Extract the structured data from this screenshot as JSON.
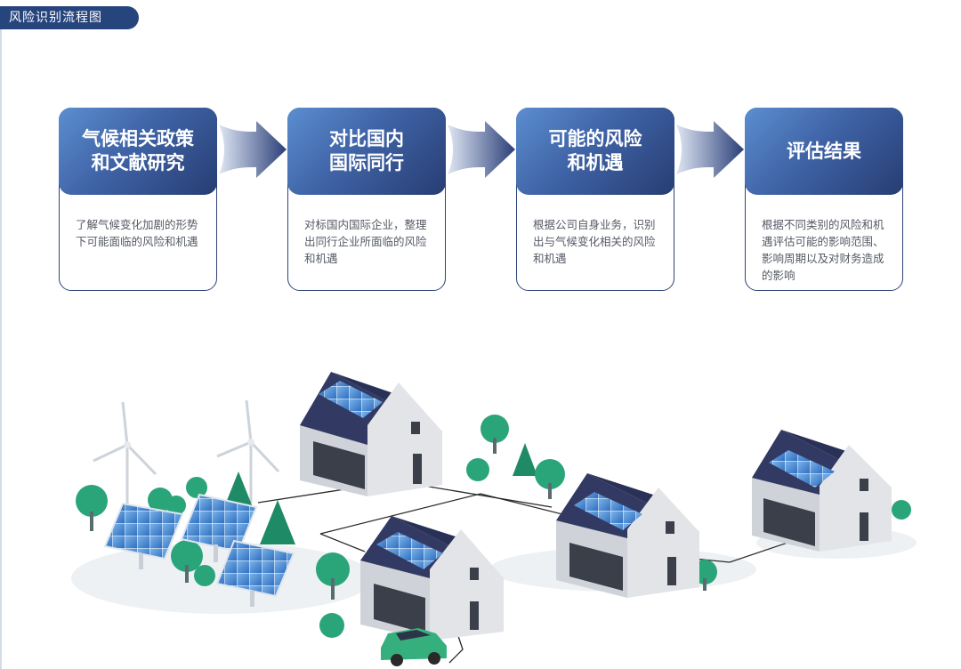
{
  "header": {
    "title": "风险识别流程图"
  },
  "steps": [
    {
      "title": "气候相关政策\n和文献研究",
      "description": "了解气候变化加剧的形势\n下可能面临的风险和机遇"
    },
    {
      "title": "对比国内\n国际同行",
      "description": "对标国内国际企业，整理\n出同行企业所面临的风险\n和机遇"
    },
    {
      "title": "可能的风险\n和机遇",
      "description": "根据公司自身业务，识别\n出与气候变化相关的风险\n和机遇"
    },
    {
      "title": "评估结果",
      "description": "根据不同类别的风险和机\n遇评估可能的影响范围、\n影响周期以及对财务造成\n的影响"
    }
  ],
  "colors": {
    "header_bg": "#27457d",
    "card_border": "#2d4378",
    "roof": "#323a64",
    "wall": "#dfe1e4",
    "tree": "#2aa57a",
    "car": "#35b07d"
  }
}
